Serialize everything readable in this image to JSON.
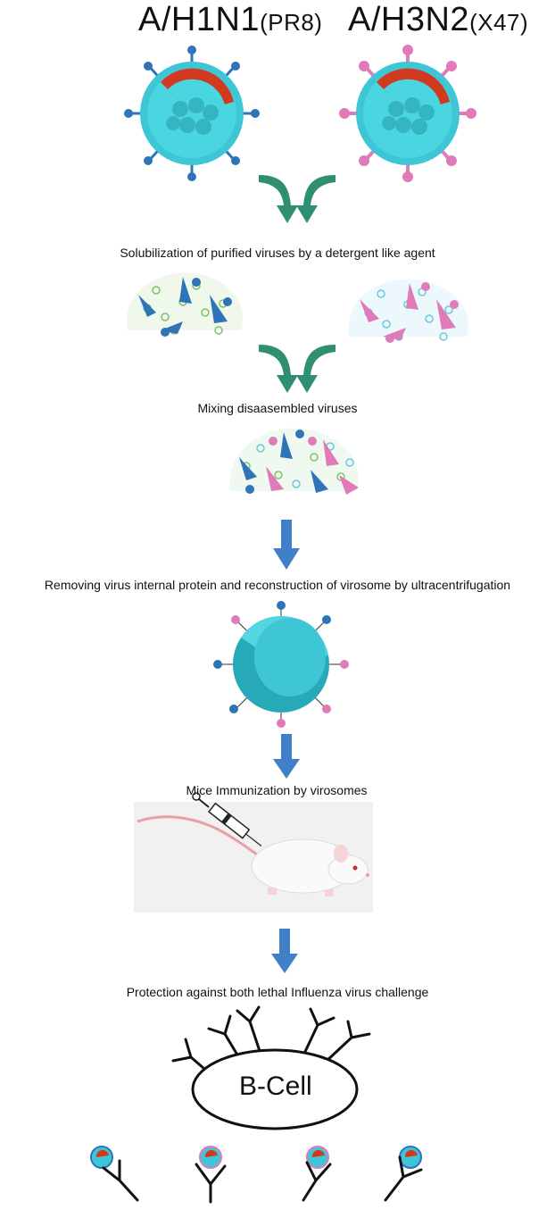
{
  "strains": [
    {
      "name": "A/H1N1",
      "sub": "(PR8)",
      "color": "#2f74b8"
    },
    {
      "name": "A/H3N2",
      "sub": "(X47)",
      "color": "#e07ab8"
    }
  ],
  "steps": {
    "solubilization": "Solubilization of purified viruses by  a detergent like agent",
    "mixing": "Mixing disaasembled viruses",
    "removing": "Removing virus internal protein and reconstruction of virosome by ultracentrifugation",
    "immunization": "Mice Immunization by virosomes",
    "protection": "Protection against both lethal Influenza virus challenge"
  },
  "bcell": {
    "label": "B-Cell"
  },
  "colors": {
    "curved_arrow": "#2f8f73",
    "down_arrow": "#3f80c8",
    "virion_body": "#3fc6d6",
    "virion_core": "#d23a20",
    "spike_h1n1": "#2f74b8",
    "spike_h3n2": "#e07ab8"
  }
}
